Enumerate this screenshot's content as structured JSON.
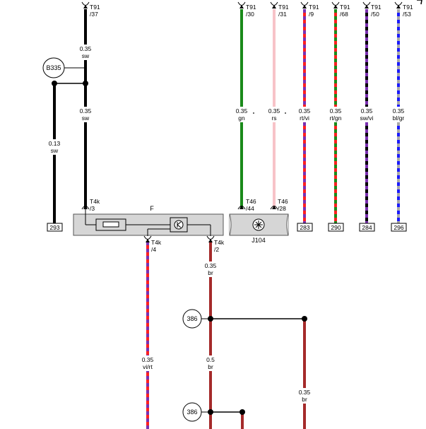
{
  "connectors_top": [
    {
      "label": "T91",
      "pin": "/37"
    },
    {
      "label": "T91",
      "pin": "/30"
    },
    {
      "label": "T91",
      "pin": "/31"
    },
    {
      "label": "T91",
      "pin": "/9"
    },
    {
      "label": "T91",
      "pin": "/68"
    },
    {
      "label": "T91",
      "pin": "/50"
    },
    {
      "label": "T91",
      "pin": "/53"
    }
  ],
  "wire_labels": [
    {
      "size": "0.35",
      "color": "sw"
    },
    {
      "size": "0.35",
      "color": "sw"
    },
    {
      "size": "0.13",
      "color": "sw"
    },
    {
      "size": "0.35",
      "color": "gn"
    },
    {
      "size": "0.35",
      "color": "rs"
    },
    {
      "size": "0.35",
      "color": "rt/vi"
    },
    {
      "size": "0.35",
      "color": "rt/gn"
    },
    {
      "size": "0.35",
      "color": "sw/vi"
    },
    {
      "size": "0.35",
      "color": "bl/gr"
    },
    {
      "size": "0.35",
      "color": "br"
    },
    {
      "size": "0.35",
      "color": "vi/rt"
    },
    {
      "size": "0.5",
      "color": "br"
    },
    {
      "size": "0.35",
      "color": "br"
    }
  ],
  "connectors_component": [
    {
      "label": "T4k",
      "pin": "/3"
    },
    {
      "label": "T46",
      "pin": "/44"
    },
    {
      "label": "T46",
      "pin": "/28"
    },
    {
      "label": "T4k",
      "pin": "/4"
    },
    {
      "label": "T4k",
      "pin": "/2"
    }
  ],
  "components": {
    "f": "F",
    "j104": "J104"
  },
  "circle_refs": {
    "b335": "B335",
    "ref_386_a": "386",
    "ref_386_b": "386"
  },
  "page_refs": [
    "293",
    "283",
    "290",
    "284",
    "296"
  ],
  "colors": {
    "sw": "#000000",
    "gn": "#1a8a1a",
    "rs": "#f7c3c8",
    "rt": "#ff2020",
    "vi": "#7a30b0",
    "bl": "#1a1aff",
    "gr": "#a8a8a8",
    "br": "#a52a2a",
    "component_fill": "#d6d6d6"
  }
}
